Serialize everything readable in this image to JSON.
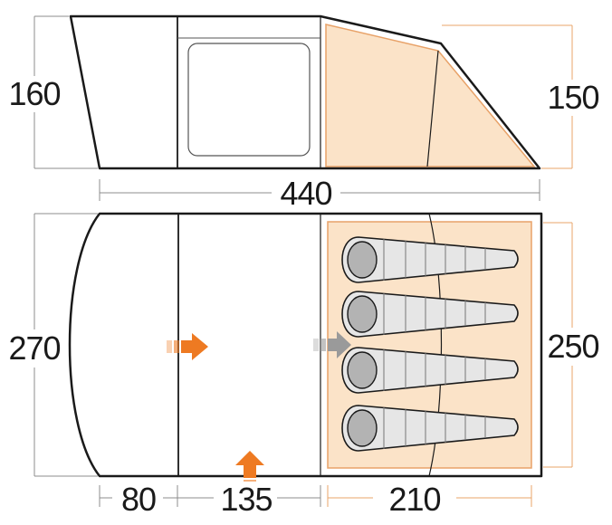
{
  "dimensions": {
    "side_height_front": "160",
    "side_height_bedroom": "150",
    "total_length": "440",
    "floor_width": "270",
    "bedroom_width": "250",
    "porch_depth": "80",
    "living_depth": "135",
    "bedroom_depth": "210"
  },
  "colors": {
    "outline": "#1a1a1a",
    "bedroom_fill": "#fbe3c8",
    "bedroom_edge": "#e8a268",
    "dim_grey": "#8c8c8c",
    "dim_orange": "#e9a46a",
    "arrow_orange": "#ee7a22",
    "arrow_grey": "#9a9a9a",
    "sleeping_bag": "#e6e6e6",
    "bag_hood": "#b3b3b3"
  },
  "diagram": {
    "sleeping_bags": 4,
    "entrance_arrows": [
      "side-entrance-arrow",
      "front-entrance-arrow",
      "bedroom-entrance-arrow"
    ]
  }
}
